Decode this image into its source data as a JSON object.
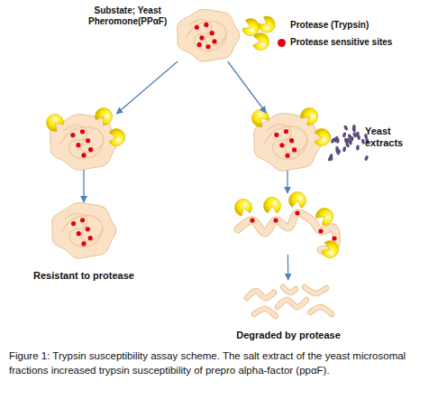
{
  "diagram": {
    "caption": "Figure 1: Trypsin susceptibility assay scheme. The salt extract of the yeast microsomal fractions increased trypsin susceptibility of prepro alpha-factor (ppαF).",
    "nodes": [
      {
        "text": [
          "Substate; Yeast Pheromone(PPαF)"
        ]
      },
      {
        "text": []
      },
      {
        "text": [
          "Yeast extracts"
        ]
      },
      {
        "text": [
          "Resistant to protease"
        ]
      },
      {
        "text": []
      },
      {
        "text": [
          "Degraded by protease"
        ]
      }
    ],
    "edges": [
      {
        "from": 0,
        "to": 1,
        "arrow": "to"
      },
      {
        "from": 0,
        "to": 2,
        "arrow": "to"
      },
      {
        "from": 1,
        "to": 3,
        "arrow": "to"
      },
      {
        "from": 2,
        "to": 4,
        "arrow": "to"
      },
      {
        "from": 4,
        "to": 5,
        "arrow": "to"
      }
    ],
    "legend": [
      {
        "text": "Protease (Trypsin)"
      },
      {
        "text": "Protease sensitive sites",
        "color": "#e3000f"
      }
    ]
  }
}
